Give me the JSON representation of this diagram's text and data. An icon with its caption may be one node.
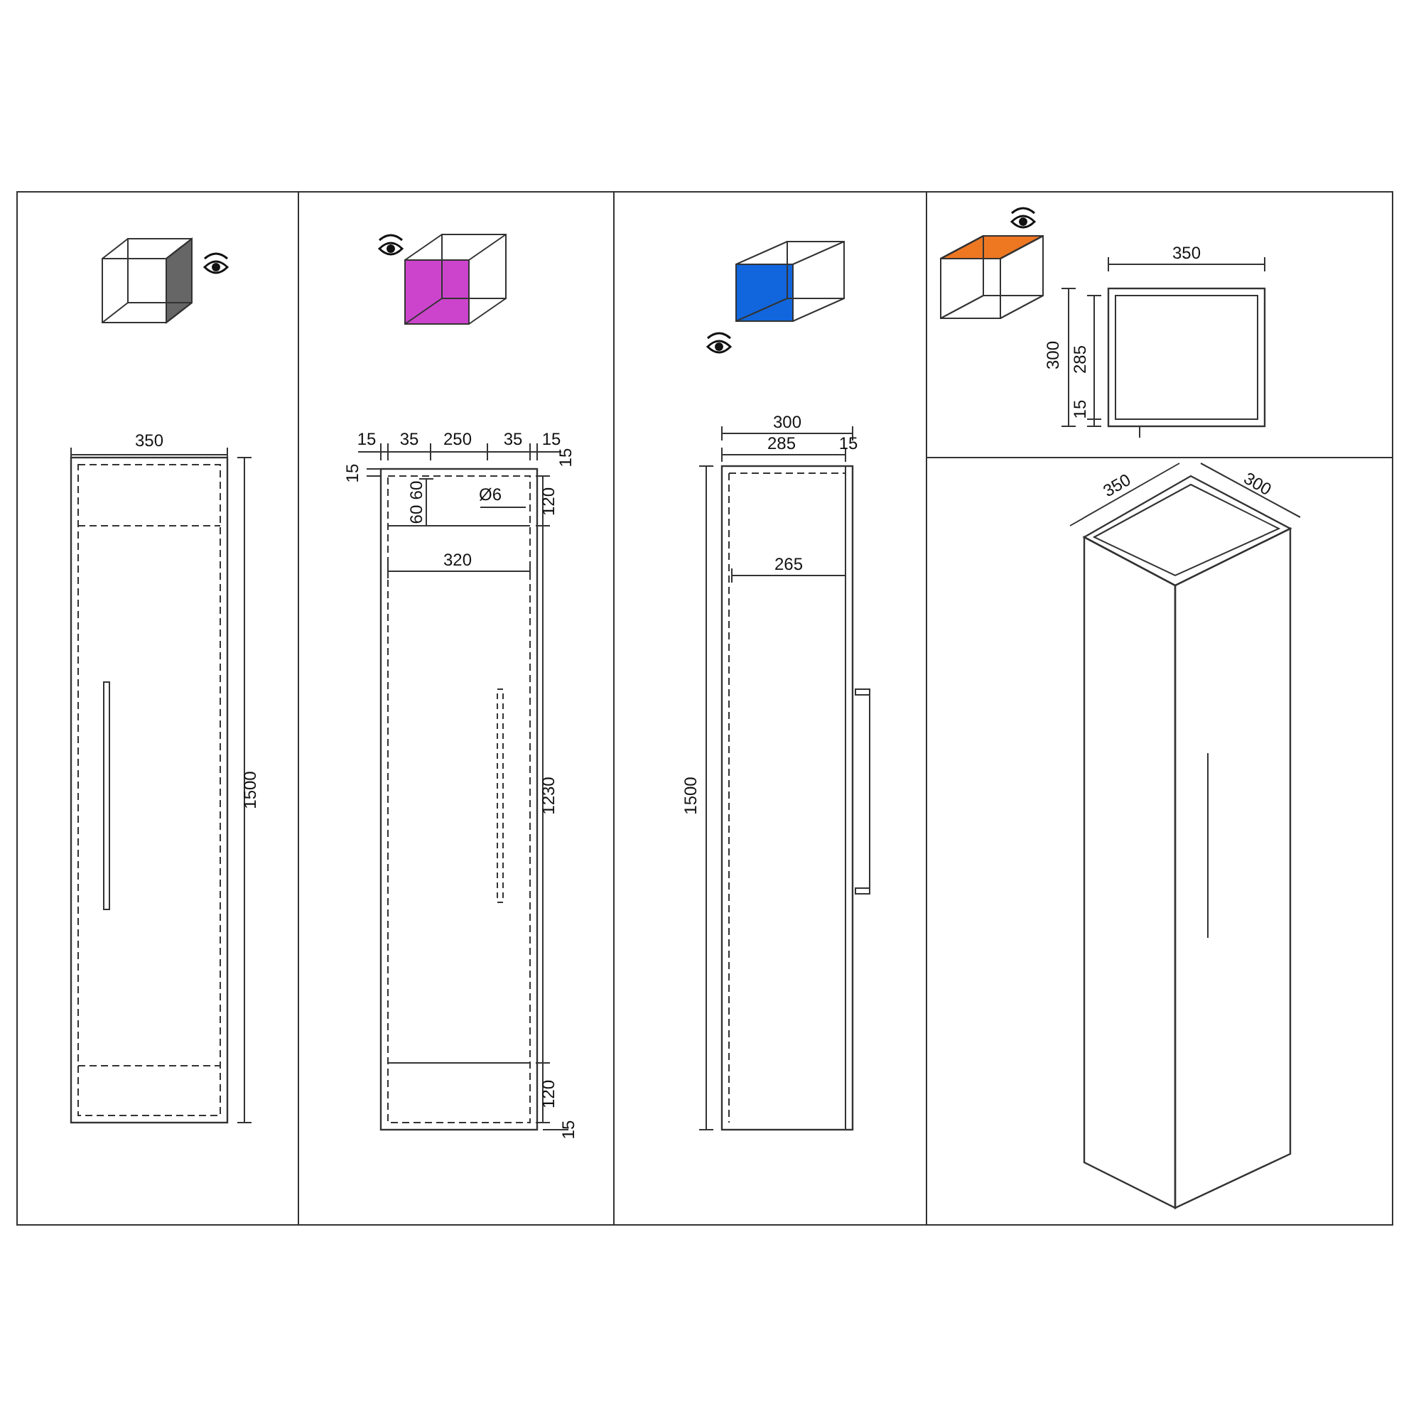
{
  "diagram": {
    "labels": [
      "350",
      "1500",
      "15",
      "35",
      "250",
      "35",
      "15",
      "15",
      "15",
      "60",
      "60",
      "Ø6",
      "120",
      "320",
      "1230",
      "120",
      "15",
      "300",
      "285",
      "15",
      "265",
      "1500",
      "350",
      "300",
      "285",
      "15",
      "350",
      "300"
    ]
  }
}
